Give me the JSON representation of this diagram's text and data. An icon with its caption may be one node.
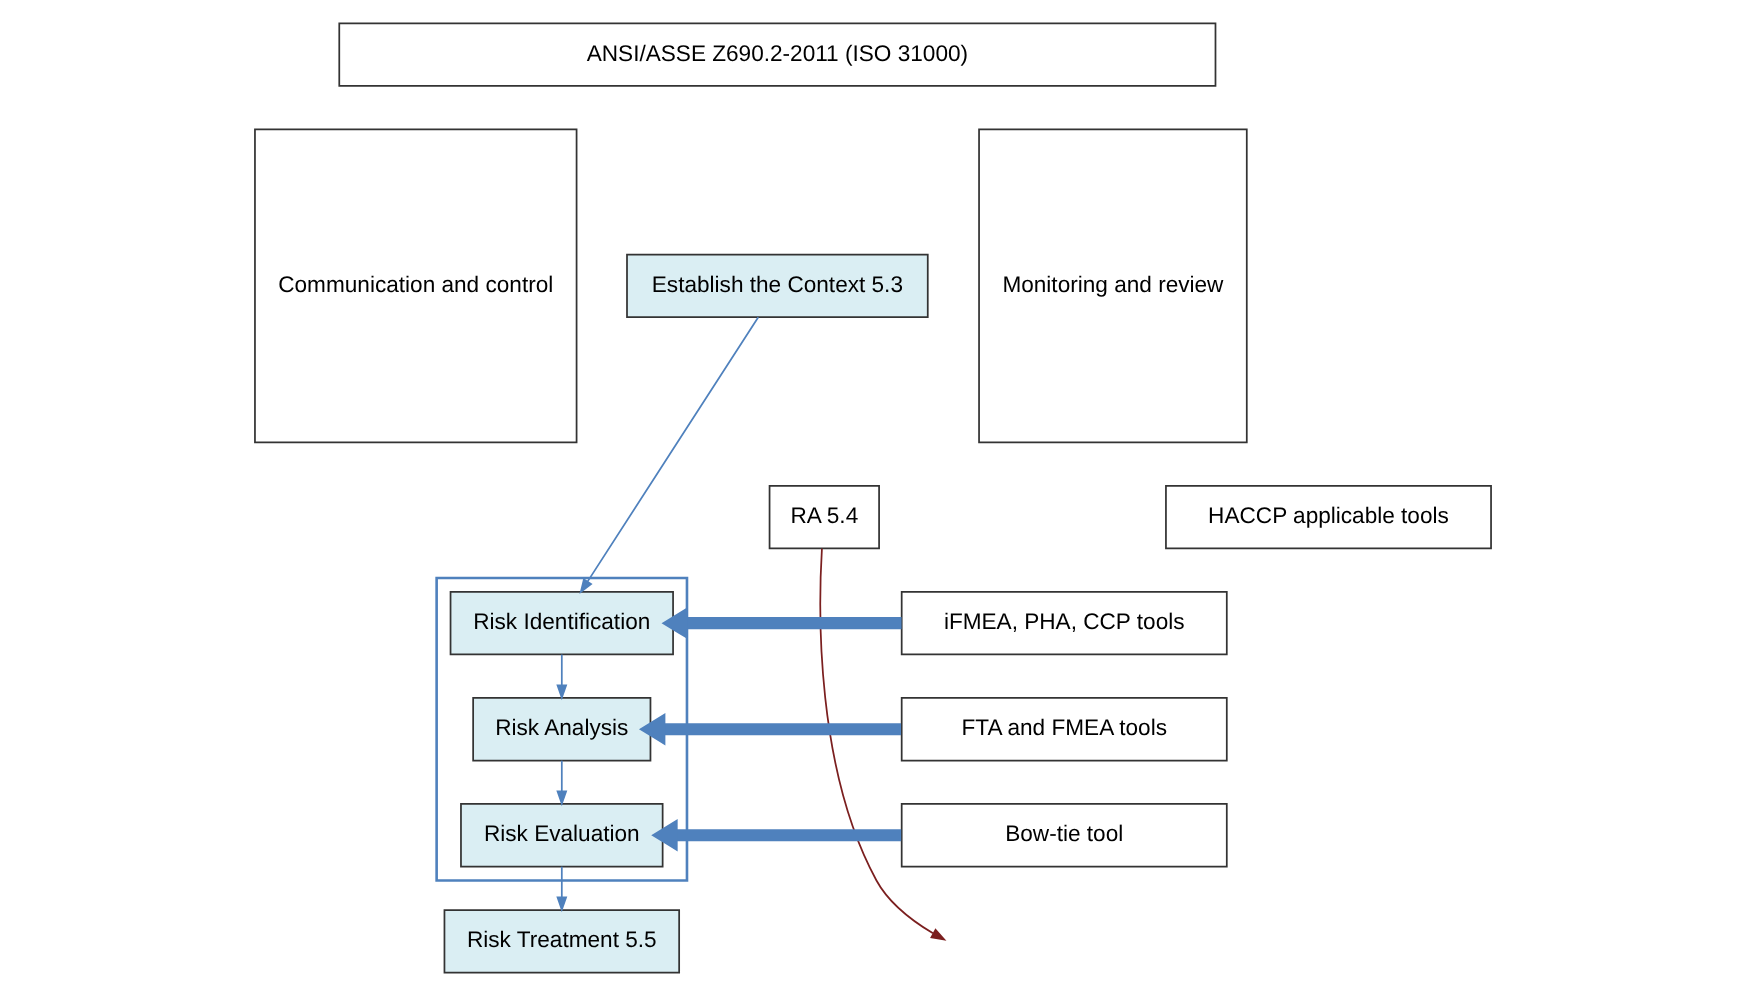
{
  "diagram": {
    "nodes": [
      {
        "text": [
          "ANSI/ASSE Z690.2-2011 (ISO 31000)"
        ]
      },
      {
        "text": [
          "Communication and control"
        ]
      },
      {
        "text": [
          "Monitoring and review"
        ]
      },
      {
        "text": [
          "Establish the Context 5.3"
        ]
      },
      {
        "text": [],
        "shape": "box"
      },
      {
        "text": [
          "Risk Identification"
        ],
        "in": 4
      },
      {
        "text": [
          "Risk Analysis"
        ],
        "in": 4
      },
      {
        "text": [
          "Risk Evaluation"
        ],
        "in": 4
      },
      {
        "text": [
          "RA 5.4"
        ]
      },
      {
        "text": [
          "HACCP applicable tools"
        ]
      },
      {
        "text": [
          "iFMEA, PHA, CCP tools"
        ]
      },
      {
        "text": [
          "FTA and FMEA tools"
        ]
      },
      {
        "text": [
          "Bow-tie tool"
        ]
      },
      {
        "text": [
          "Risk Treatment 5.5"
        ]
      }
    ],
    "edges": [
      {
        "from": 3,
        "to": 5,
        "arrow": "to"
      },
      {
        "from": 5,
        "to": 6,
        "arrow": "to"
      },
      {
        "from": 6,
        "to": 7,
        "arrow": "to"
      },
      {
        "from": 7,
        "to": 13,
        "arrow": "to"
      },
      {
        "from": 10,
        "to": 5,
        "arrow": "to",
        "style": "thick"
      },
      {
        "from": 11,
        "to": 6,
        "arrow": "to",
        "style": "thick"
      },
      {
        "from": 12,
        "to": 7,
        "arrow": "to",
        "style": "thick"
      },
      {
        "from": 8,
        "to": null,
        "arrow": "to",
        "color": "#7b1f1f"
      }
    ]
  }
}
